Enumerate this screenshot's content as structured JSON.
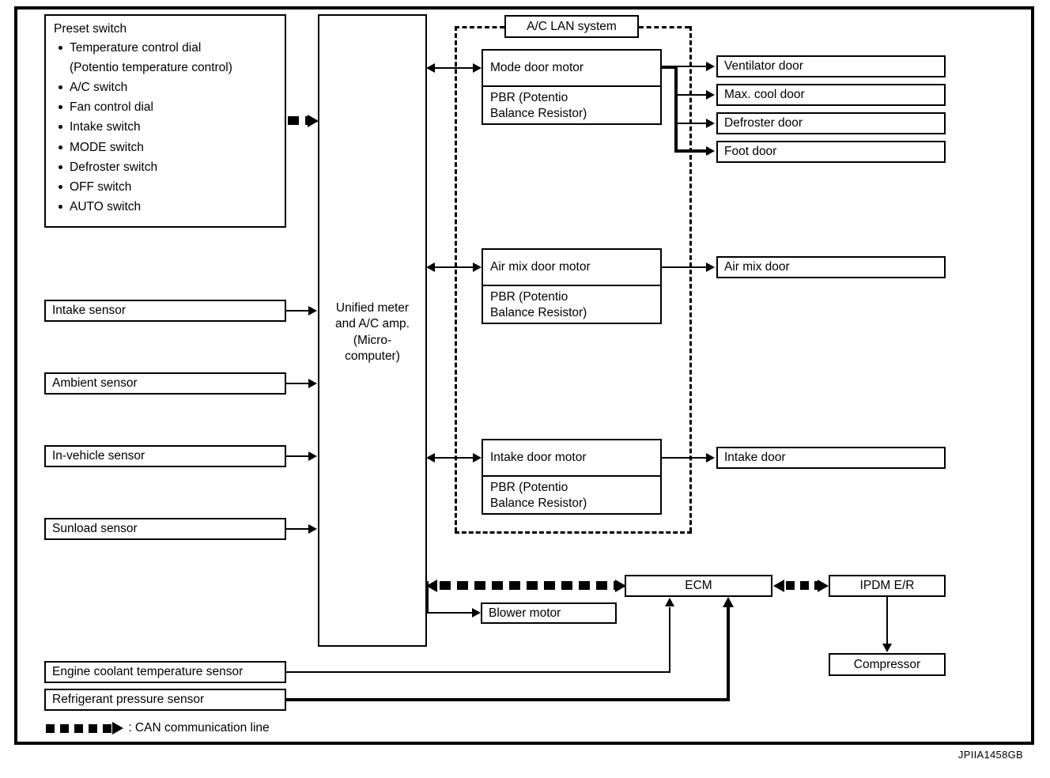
{
  "diagram": {
    "figure_code": "JPIIA1458GB",
    "legend": {
      "symbol": "can-line-arrow",
      "text": ": CAN communication line"
    },
    "lan_boundary_label": "A/C LAN system"
  },
  "preset_switch": {
    "title": "Preset switch",
    "items": [
      "Temperature control dial",
      "(Potentio temperature control)",
      "A/C switch",
      "Fan control dial",
      "Intake switch",
      "MODE switch",
      "Defroster switch",
      "OFF switch",
      "AUTO switch"
    ]
  },
  "unified_amp": {
    "lines": [
      "Unified meter",
      "and A/C amp.",
      "(Micro-",
      "  computer)"
    ]
  },
  "motors": [
    {
      "name": "Mode door motor",
      "pbr": "PBR (Potentio\nBalance Resistor)"
    },
    {
      "name": "Air mix door motor",
      "pbr": "PBR (Potentio\nBalance Resistor)"
    },
    {
      "name": "Intake door motor",
      "pbr": "PBR (Potentio\nBalance Resistor)"
    }
  ],
  "motor_pbr_line1": "PBR (Potentio",
  "motor_pbr_line2": "Balance Resistor)",
  "mode_doors": [
    "Ventilator door",
    "Max. cool door",
    "Defroster door",
    "Foot door"
  ],
  "air_mix_door": "Air mix door",
  "intake_door": "Intake door",
  "sensors": [
    "Intake sensor",
    "Ambient sensor",
    "In-vehicle sensor",
    "Sunload sensor"
  ],
  "bottom_sensors": [
    "Engine coolant temperature sensor",
    "Refrigerant pressure sensor"
  ],
  "actuators": {
    "blower_motor": "Blower motor",
    "ecm": "ECM",
    "ipdm": "IPDM E/R",
    "compressor": "Compressor"
  },
  "colors": {
    "line": "#000000",
    "background": "#ffffff"
  }
}
